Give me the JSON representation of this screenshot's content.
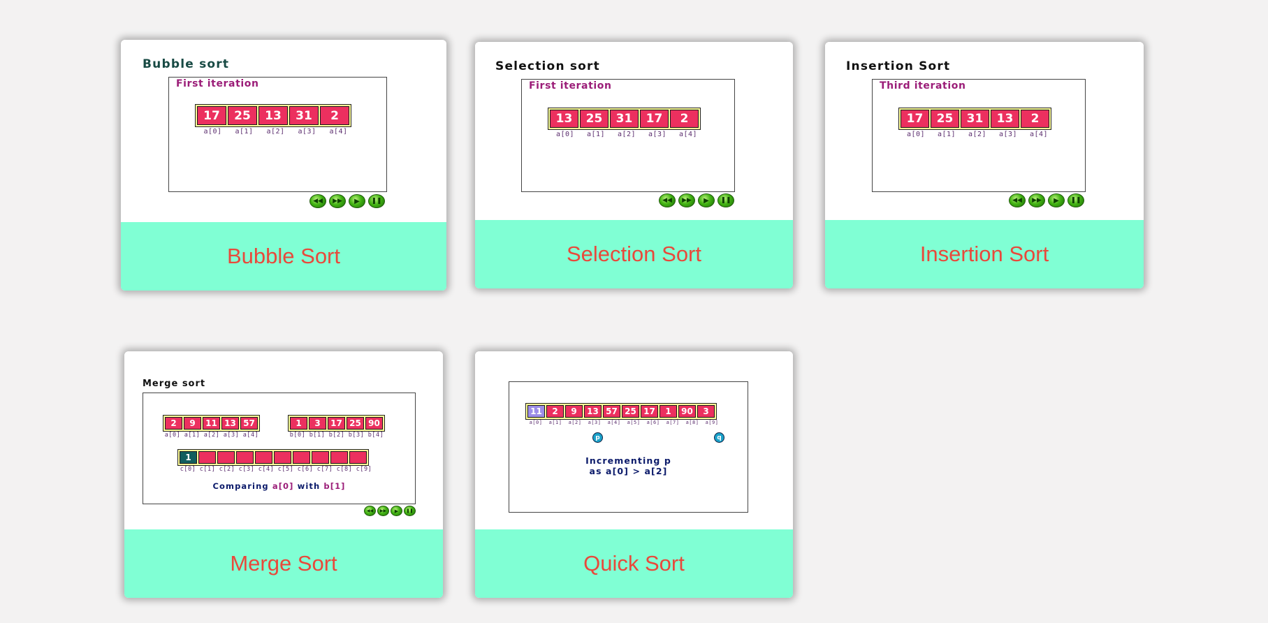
{
  "cards": {
    "bubble": {
      "label": "Bubble Sort",
      "slide_title": "Bubble sort",
      "iteration": "First iteration",
      "values": [
        "17",
        "25",
        "13",
        "31",
        "2"
      ],
      "indices": [
        "a[0]",
        "a[1]",
        "a[2]",
        "a[3]",
        "a[4]"
      ]
    },
    "selection": {
      "label": "Selection Sort",
      "slide_title": "Selection sort",
      "iteration": "First iteration",
      "values": [
        "13",
        "25",
        "31",
        "17",
        "2"
      ],
      "indices": [
        "a[0]",
        "a[1]",
        "a[2]",
        "a[3]",
        "a[4]"
      ]
    },
    "insertion": {
      "label": "Insertion Sort",
      "slide_title": "Insertion Sort",
      "iteration": "Third iteration",
      "values": [
        "17",
        "25",
        "31",
        "13",
        "2"
      ],
      "indices": [
        "a[0]",
        "a[1]",
        "a[2]",
        "a[3]",
        "a[4]"
      ]
    },
    "merge": {
      "label": "Merge Sort",
      "slide_title": "Merge sort",
      "a_values": [
        "2",
        "9",
        "11",
        "13",
        "57"
      ],
      "a_indices": [
        "a[0]",
        "a[1]",
        "a[2]",
        "a[3]",
        "a[4]"
      ],
      "b_values": [
        "1",
        "3",
        "17",
        "25",
        "90"
      ],
      "b_indices": [
        "b[0]",
        "b[1]",
        "b[2]",
        "b[3]",
        "b[4]"
      ],
      "c_values": [
        "1",
        "",
        "",
        "",
        "",
        "",
        "",
        "",
        "",
        ""
      ],
      "c_indices": [
        "c[0]",
        "c[1]",
        "c[2]",
        "c[3]",
        "c[4]",
        "c[5]",
        "c[6]",
        "c[7]",
        "c[8]",
        "c[9]"
      ],
      "caption_prefix": "Comparing ",
      "caption_a": "a[0]",
      "caption_mid": " with ",
      "caption_b": "b[1]"
    },
    "quick": {
      "label": "Quick Sort",
      "values": [
        "11",
        "2",
        "9",
        "13",
        "57",
        "25",
        "17",
        "1",
        "90",
        "3"
      ],
      "indices": [
        "a[0]",
        "a[1]",
        "a[2]",
        "a[3]",
        "a[4]",
        "a[5]",
        "a[6]",
        "a[7]",
        "a[8]",
        "a[9]"
      ],
      "pointer_p": "p",
      "pointer_q": "q",
      "caption_line1": "Incrementing p",
      "caption_line2": "as a[0] > a[2]"
    }
  },
  "colors": {
    "page_bg": "#f3f2f2",
    "label_bg": "#80ffd4",
    "label_text": "#e8493b",
    "cell": "#ec305f",
    "array_bg": "#ffff9a"
  }
}
